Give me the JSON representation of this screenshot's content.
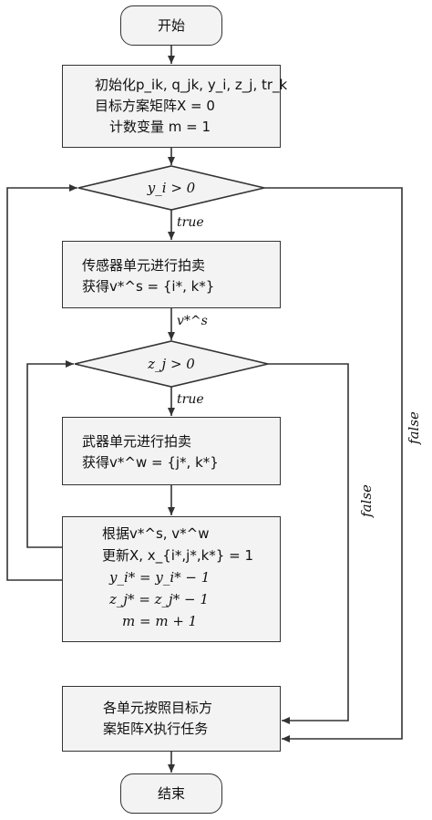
{
  "nodes": {
    "start": "开始",
    "init": {
      "line1": "初始化p_ik, q_jk, y_i, z_j, tr_k",
      "line2": "目标方案矩阵X = 0",
      "line3": "计数变量 m = 1"
    },
    "decision_y": "y_i > 0",
    "sensor_auction": {
      "line1": "传感器单元进行拍卖",
      "line2": "获得v*^s = {i*, k*}"
    },
    "decision_z": "z_j > 0",
    "weapon_auction": {
      "line1": "武器单元进行拍卖",
      "line2": "获得v*^w = {j*, k*}"
    },
    "update": {
      "line1": "根据v*^s, v*^w",
      "line2": "更新X, x_{i*,j*,k*} = 1",
      "line3": "y_i* = y_i* − 1",
      "line4": "z_j* = z_j* − 1",
      "line5": "m = m + 1"
    },
    "execute": {
      "line1": "各单元按照目标方",
      "line2": "案矩阵X执行任务"
    },
    "end": "结束"
  },
  "edge_labels": {
    "true_1": "true",
    "vs": "v*^s",
    "true_2": "true",
    "false_z": "false",
    "false_y": "false"
  },
  "colors": {
    "box_fill": "#f3f3f3",
    "stroke": "#333333"
  }
}
